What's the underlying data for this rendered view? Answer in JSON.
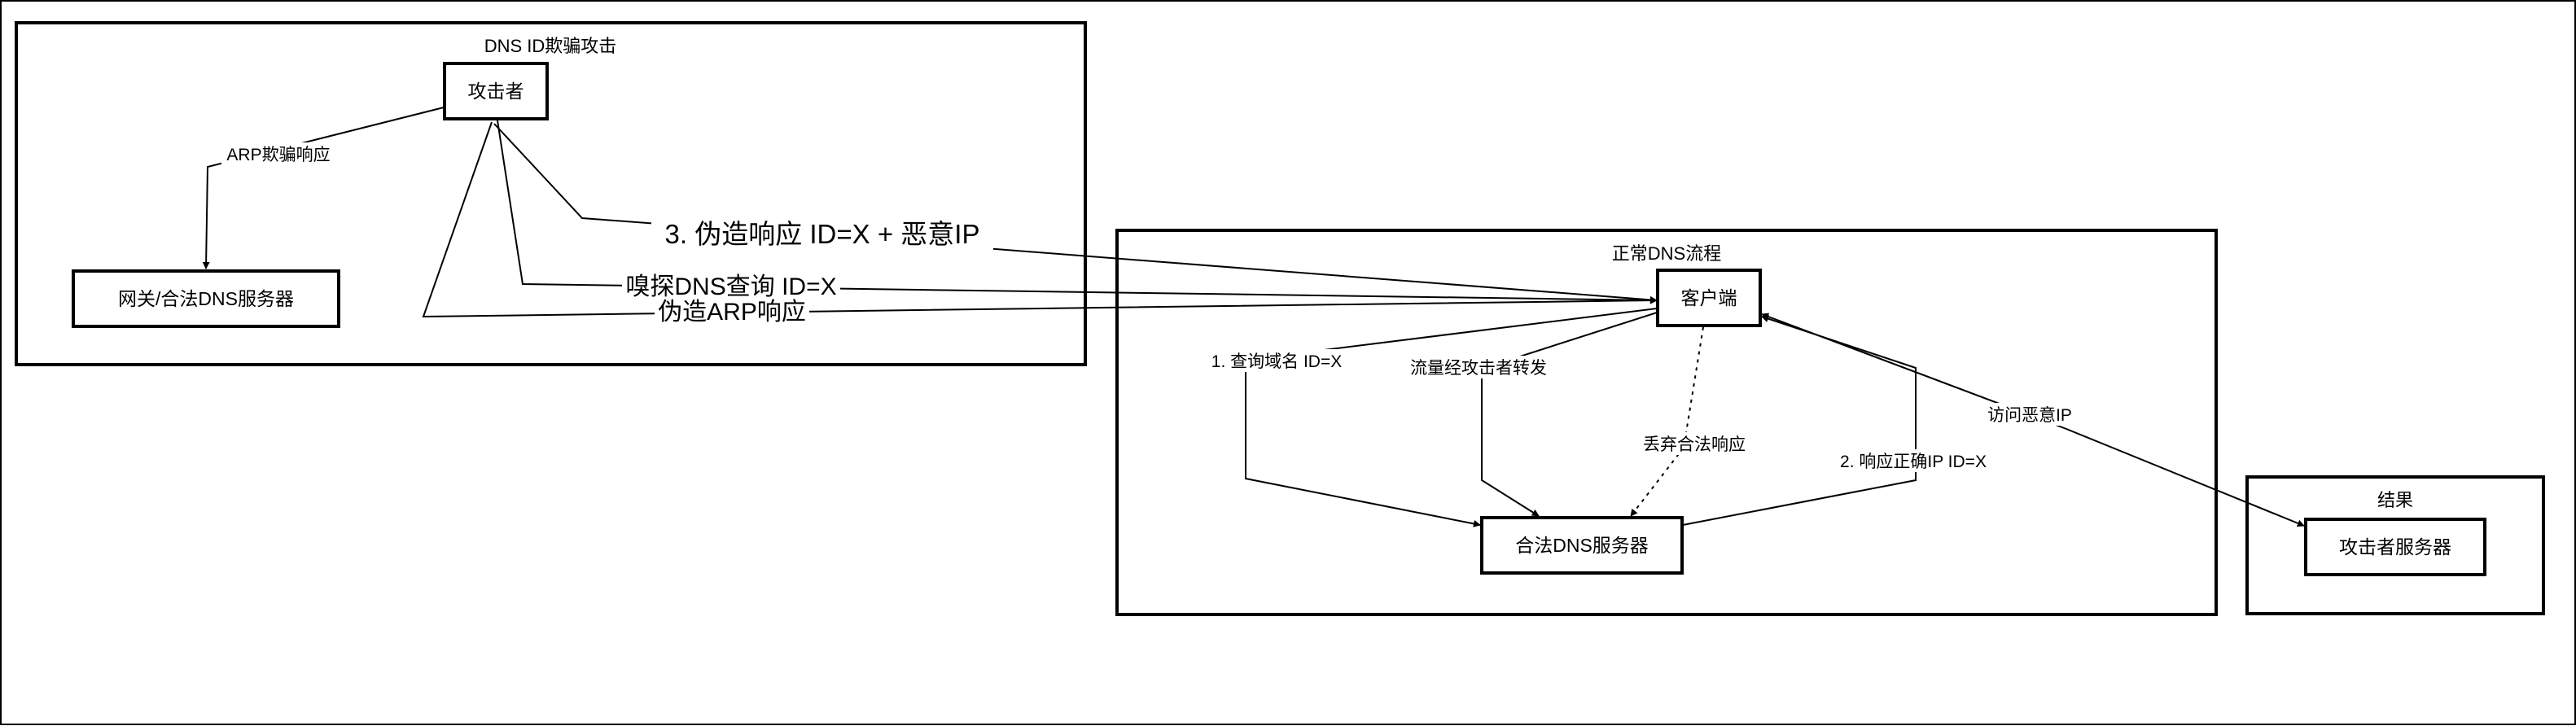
{
  "groups": {
    "attack": {
      "title": "DNS ID欺骗攻击"
    },
    "normal": {
      "title": "正常DNS流程"
    },
    "result": {
      "title": "结果"
    }
  },
  "nodes": {
    "attacker": "攻击者",
    "gateway": "网关/合法DNS服务器",
    "client": "客户端",
    "legit_dns": "合法DNS服务器",
    "attacker_server": "攻击者服务器"
  },
  "edges": {
    "arp_spoof_response": "ARP欺骗响应",
    "forge_response": "3. 伪造响应 ID=X + 恶意IP",
    "sniff_query": "嗅探DNS查询 ID=X",
    "forge_arp": "伪造ARP响应",
    "query_domain": "1. 查询域名 ID=X",
    "traffic_forwarded": "流量经攻击者转发",
    "discard_response": "丢弃合法响应",
    "correct_response": "2. 响应正确IP ID=X",
    "visit_malicious": "访问恶意IP"
  }
}
